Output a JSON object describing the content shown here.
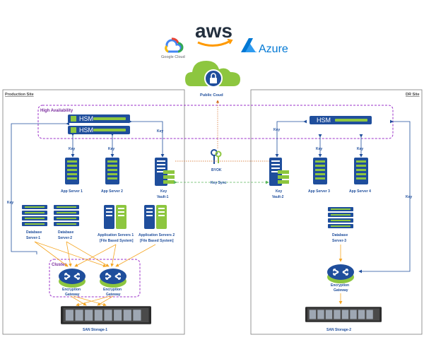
{
  "brands": {
    "aws": "aws",
    "azure": "Azure",
    "google_cloud": "Google Cloud"
  },
  "public_cloud": {
    "label": "Public Coud"
  },
  "production_site": {
    "title": "Production Site",
    "high_availability": "High Availability",
    "hsm_labels": [
      "HSM",
      "HSM"
    ],
    "key_labels": [
      "Key",
      "Key",
      "Key",
      "Key"
    ],
    "app_servers": [
      "App Server 1",
      "App Server 2"
    ],
    "key_vault": [
      "Key",
      "Vault-1"
    ],
    "db_servers": [
      [
        "Database",
        "Server-1"
      ],
      [
        "Database",
        "Server-2"
      ]
    ],
    "fs_servers": [
      [
        "Application Servers 1",
        "[File Based System]"
      ],
      [
        "Application Servers 2",
        "[File Based System]"
      ]
    ],
    "cluster": "Cluster",
    "gateways": [
      [
        "Encryption",
        "Gateway"
      ],
      [
        "Encryption",
        "Gateway"
      ]
    ],
    "storage": "SAN Storage-1"
  },
  "byok": "BYOK",
  "key_sync": "Key Sync",
  "dr_site": {
    "title": "DR Site",
    "hsm_label": "HSM",
    "key_labels": [
      "Key",
      "Key",
      "Key",
      "Key"
    ],
    "key_vault": [
      "Key",
      "Vault-2"
    ],
    "app_servers": [
      "App Server 3",
      "App Server 4"
    ],
    "db_server": [
      "Database",
      "Server-3"
    ],
    "gateway": [
      "Encryption",
      "Gateway"
    ],
    "storage": "SAN Storage-2"
  },
  "colors": {
    "server_blue": "#1f4e9c",
    "server_green": "#8dc63f",
    "purple_dash": "#9b30c8",
    "orange_arrow": "#f5a623",
    "green_dash": "#5cb85c",
    "cloud_green": "#8dc63f"
  }
}
